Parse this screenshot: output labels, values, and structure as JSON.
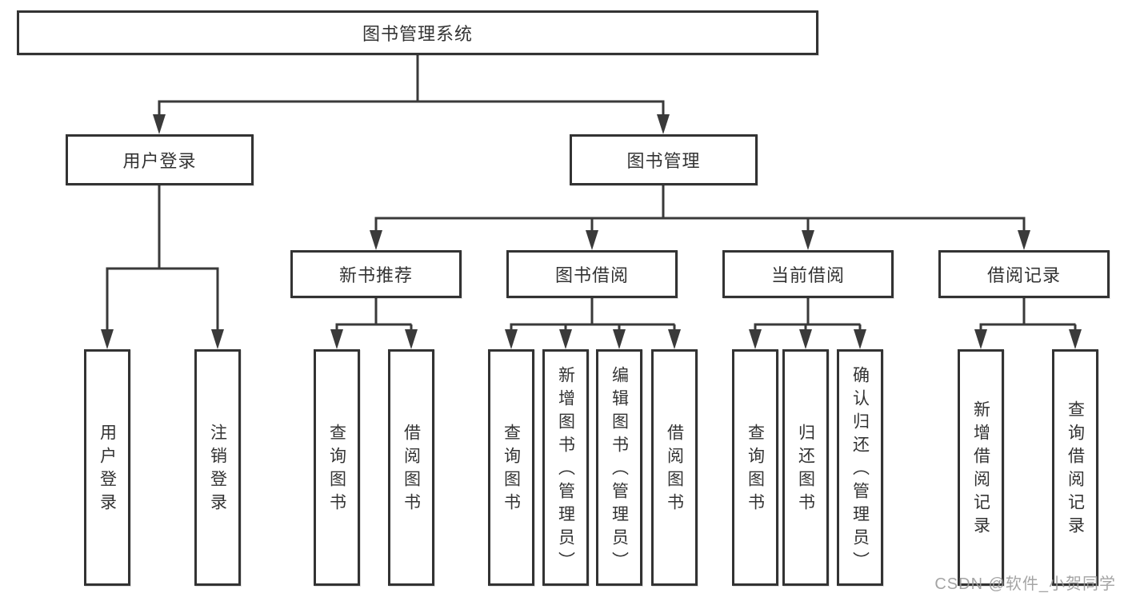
{
  "tree": {
    "root": {
      "label": "图书管理系统"
    },
    "branches": [
      {
        "label": "用户登录",
        "children": [
          {
            "label": "用户登录"
          },
          {
            "label": "注销登录"
          }
        ]
      },
      {
        "label": "图书管理",
        "children": [
          {
            "label": "新书推荐",
            "children": [
              {
                "label": "查询图书"
              },
              {
                "label": "借阅图书"
              }
            ]
          },
          {
            "label": "图书借阅",
            "children": [
              {
                "label": "查询图书"
              },
              {
                "label": "新增图书（管理员）"
              },
              {
                "label": "编辑图书（管理员）"
              },
              {
                "label": "借阅图书"
              }
            ]
          },
          {
            "label": "当前借阅",
            "children": [
              {
                "label": "查询图书"
              },
              {
                "label": "归还图书"
              },
              {
                "label": "确认归还（管理员）"
              }
            ]
          },
          {
            "label": "借阅记录",
            "children": [
              {
                "label": "新增借阅记录"
              },
              {
                "label": "查询借阅记录"
              }
            ]
          }
        ]
      }
    ]
  },
  "watermark": {
    "text": "CSDN @软件_小贺同学"
  },
  "colors": {
    "line": "#3a3a3a",
    "border": "#333333",
    "text": "#333333",
    "watermark": "#9b9b9b",
    "background": "#ffffff"
  }
}
